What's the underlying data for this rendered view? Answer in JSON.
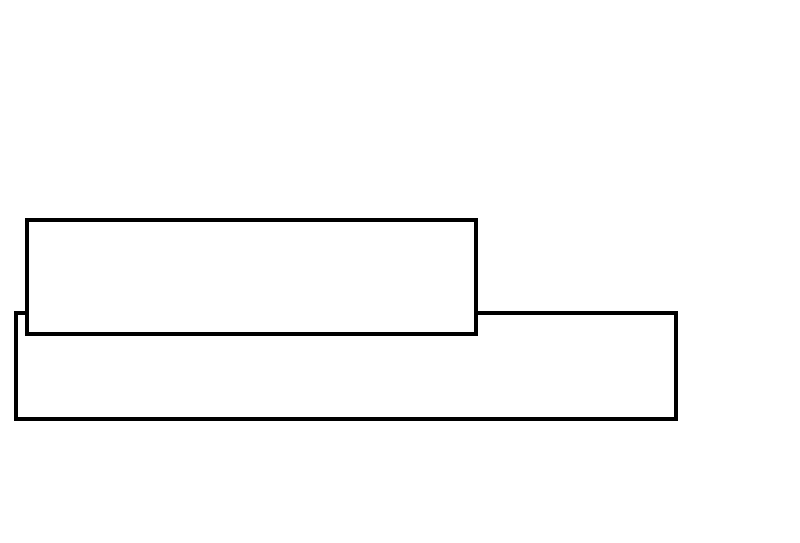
{
  "diagram": {
    "shapes": [
      {
        "id": "wide-rectangle",
        "shape": "rectangle",
        "fill": "#ffffff",
        "stroke": "#000000",
        "layer": "back"
      },
      {
        "id": "upper-rectangle",
        "shape": "rectangle",
        "fill": "#ffffff",
        "stroke": "#000000",
        "layer": "front"
      }
    ],
    "colors": {
      "background": "#ffffff",
      "stroke": "#000000"
    }
  }
}
